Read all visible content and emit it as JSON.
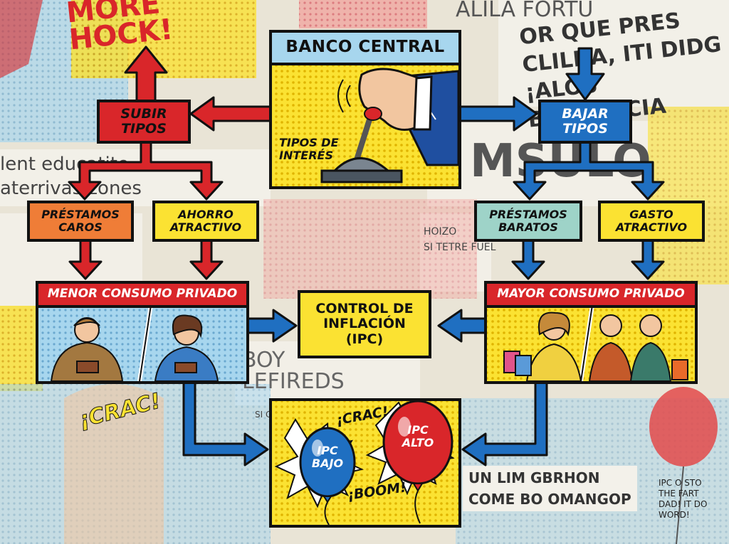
{
  "colors": {
    "red": "#d9262a",
    "blue": "#1f6fc1",
    "yellow": "#fbe232",
    "orange": "#ef7d37",
    "teal": "#9ed3c8",
    "light_blue": "#a7d6ee",
    "ink": "#111111"
  },
  "background_texts": {
    "t1": "MORE\nHOCK!",
    "t2": "ALILA FORTU",
    "t3": "OR QUE PRES\nCLILDA, ITI DIDG\n¡ALOS BOVLANCIA",
    "t4": "lent educatite\naterrivas zones",
    "t5": "MSULO",
    "t6": "HOIZO\nSI TETRE FUEL",
    "t7": "BOY\nLEFIREDS",
    "t8": "SI CION CYPETR",
    "t9": "UN LIM GBRHON\nCOME BO OMANGOP",
    "t10": "IPC O STO\nTHE FART\nDAD! IT DO\nWORD!",
    "t11": "¡CRAC!"
  },
  "nodes": {
    "banco_central": {
      "title": "BANCO CENTRAL",
      "lever_label": "TIPOS DE\nINTERÉS"
    },
    "subir_tipos": "SUBIR\nTIPOS",
    "bajar_tipos": "BAJAR\nTIPOS",
    "prestamos_caros": "PRÉSTAMOS\nCAROS",
    "ahorro_atractivo": "AHORRO\nATRACTIVO",
    "prestamos_baratos": "PRÉSTAMOS\nBARATOS",
    "gasto_atractivo": "GASTO\nATRACTIVO",
    "menor_consumo": "MENOR CONSUMO PRIVADO",
    "mayor_consumo": "MAYOR CONSUMO PRIVADO",
    "control_inflacion": "CONTROL DE\nINFLACIÓN\n(IPC)",
    "balloons": {
      "low": "IPC\nBAJO",
      "high": "IPC\nALTO",
      "fx_crac": "¡CRAC!",
      "fx_boom": "¡BOOM!"
    }
  }
}
